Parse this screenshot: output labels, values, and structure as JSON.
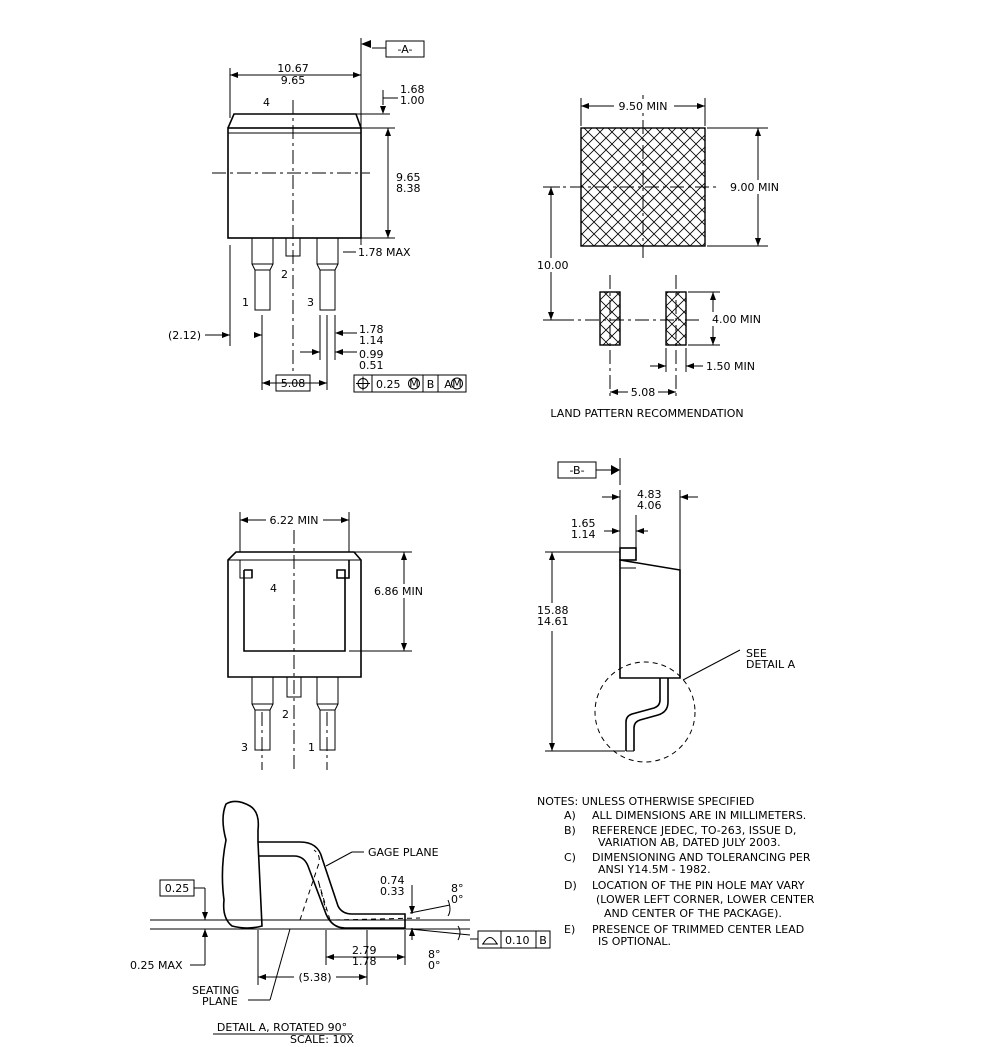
{
  "top_view": {
    "datum_a": "-A-",
    "width_max": "10.67",
    "width_min": "9.65",
    "tab_max": "1.68",
    "tab_min": "1.00",
    "body_max": "9.65",
    "body_min": "8.38",
    "lead_stub": "1.78 MAX",
    "pin_ref": "(2.12)",
    "lead_len_max": "1.78",
    "lead_len_min": "1.14",
    "lead_w_max": "0.99",
    "lead_w_min": "0.51",
    "pitch": "5.08",
    "fcf": {
      "tol": "0.25",
      "mod": "M",
      "datum1": "B",
      "datum2": "A"
    },
    "pin_labels": [
      "4",
      "1",
      "2",
      "3"
    ]
  },
  "land_pattern": {
    "pad_w": "9.50 MIN",
    "pad_h": "9.00 MIN",
    "span": "10.00",
    "small_h": "4.00 MIN",
    "small_w": "1.50 MIN",
    "pitch": "5.08",
    "title": "LAND PATTERN RECOMMENDATION"
  },
  "bottom_view": {
    "tab_w": "6.22 MIN",
    "tab_h": "6.86 MIN",
    "pin_labels": [
      "4",
      "2",
      "3",
      "1"
    ]
  },
  "side_view": {
    "datum_b": "-B-",
    "h_max": "4.83",
    "h_min": "4.06",
    "t_max": "1.65",
    "t_min": "1.14",
    "len_max": "15.88",
    "len_min": "14.61",
    "detail_ref": [
      "SEE",
      "DETAIL A"
    ]
  },
  "detail": {
    "gage_plane": "GAGE PLANE",
    "gage_ref": "0.25",
    "max_025": "0.25 MAX",
    "lead_t_max": "0.74",
    "lead_t_min": "0.33",
    "foot_max": "2.79",
    "foot_min": "1.78",
    "ref_len": "(5.38)",
    "angle_a": [
      "8°",
      "0°"
    ],
    "angle_b": [
      "8°",
      "0°"
    ],
    "flat": {
      "tol": "0.10",
      "datum": "B"
    },
    "seating": [
      "SEATING",
      "PLANE"
    ],
    "title": "DETAIL A, ROTATED 90°",
    "scale": "SCALE: 10X"
  },
  "notes": {
    "header": "NOTES: UNLESS OTHERWISE SPECIFIED",
    "items": [
      {
        "letter": "A)",
        "lines": [
          "ALL DIMENSIONS ARE IN MILLIMETERS."
        ]
      },
      {
        "letter": "B)",
        "lines": [
          "REFERENCE JEDEC, TO-263, ISSUE D,",
          "VARIATION AB, DATED JULY 2003."
        ]
      },
      {
        "letter": "C)",
        "lines": [
          "DIMENSIONING AND TOLERANCING PER",
          "ANSI Y14.5M - 1982."
        ]
      },
      {
        "letter": "D)",
        "lines": [
          "LOCATION OF THE PIN HOLE MAY VARY",
          "(LOWER LEFT CORNER, LOWER CENTER",
          "AND CENTER OF THE PACKAGE)."
        ]
      },
      {
        "letter": "E)",
        "lines": [
          "PRESENCE OF TRIMMED CENTER LEAD",
          "IS OPTIONAL."
        ]
      }
    ]
  }
}
